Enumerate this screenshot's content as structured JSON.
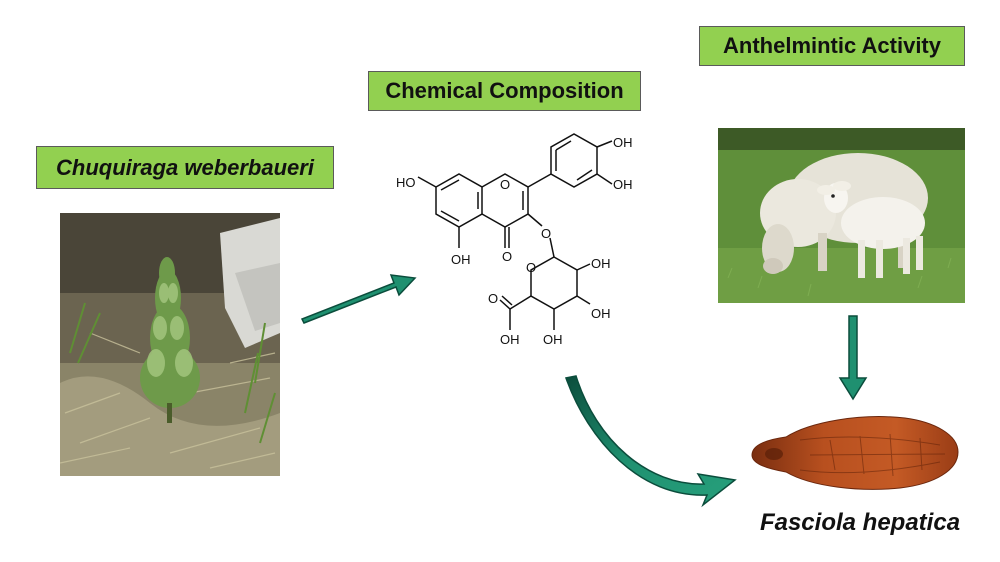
{
  "labels": {
    "plant": "Chuquiraga weberbaueri",
    "chemical": "Chemical Composition",
    "activity": "Anthelmintic Activity",
    "parasite": "Fasciola hepatica"
  },
  "structure": {
    "groups": {
      "ho_a7": "HO",
      "oh_b3": "OH",
      "oh_b4": "OH",
      "o_ring": "O",
      "o_glyco": "O",
      "o_keto": "O",
      "oh_a5": "OH",
      "o_sugar": "O",
      "oh_s2": "OH",
      "oh_s3": "OH",
      "oh_s4": "OH",
      "o_acid": "O",
      "oh_acid": "OH"
    }
  },
  "colors": {
    "label_fill": "#92d050",
    "arrow": "#1f9070",
    "arrow_dark": "#0b4d3c"
  },
  "icons": {
    "plant_photo": "plant-photo-icon",
    "sheep_photo": "sheep-photo-icon",
    "parasite_image": "liver-fluke-icon"
  }
}
